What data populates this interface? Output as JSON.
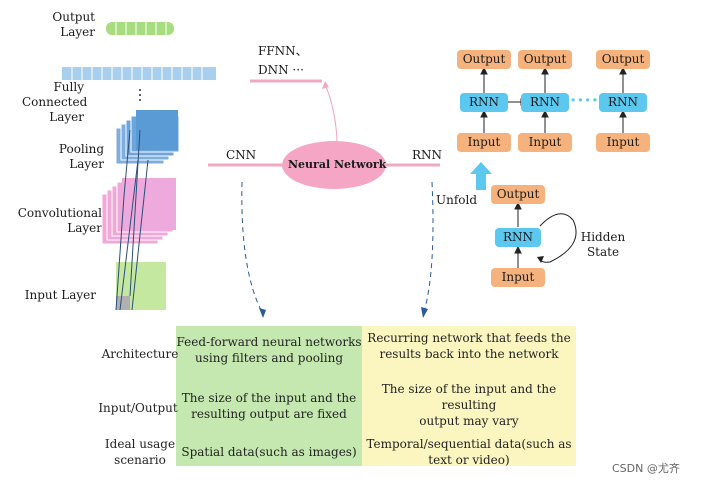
{
  "left_stack": {
    "output_layer": "Output\nLayer",
    "fully_connected_layer": "Fully\nConnected\nLayer",
    "pooling_layer": "Pooling\nLayer",
    "convolutional_layer": "Convolutional\nLayer",
    "input_layer": "Input Layer"
  },
  "center": {
    "neural_network": "Neural Network",
    "cnn": "CNN",
    "rnn": "RNN",
    "ffnn": "FFNN、",
    "dnn": "DNN ···"
  },
  "rnn_unrolled": {
    "output_label": "Output",
    "rnn_label": "RNN",
    "input_label": "Input",
    "dots": "·····"
  },
  "rnn_folded": {
    "output_label": "Output",
    "rnn_label": "RNN",
    "input_label": "Input",
    "unfold": "Unfold",
    "hidden_state": "Hidden\nState"
  },
  "table": {
    "rows": [
      "Architecture",
      "Input/Output",
      "Ideal usage\nscenario"
    ],
    "cnn_col": [
      "Feed-forward neural networks\nusing filters and pooling",
      "The size of the input and the\nresulting output are fixed",
      "Spatial data(such as images)"
    ],
    "rnn_col": [
      "Recurring network that feeds the\nresults back into the network",
      "The size of the input and the resulting\noutput may vary",
      "Temporal/sequential data(such as\ntext or video)"
    ]
  },
  "watermark": "CSDN @尤齐",
  "colors": {
    "pink_line": "#f0a8c0",
    "ellipse": "#f4a6c4",
    "green_cell": "#c5e8b0",
    "yellow_cell": "#fbf6c0",
    "rnn_blue": "#5cc8f0",
    "io_orange": "#f5b27c",
    "fc_blue": "#a8d0ee",
    "pool_blue": "#5b9bd5",
    "conv_pink": "#f0a8d8",
    "input_green": "#c5e8a0",
    "output_green": "#a8dc80"
  }
}
